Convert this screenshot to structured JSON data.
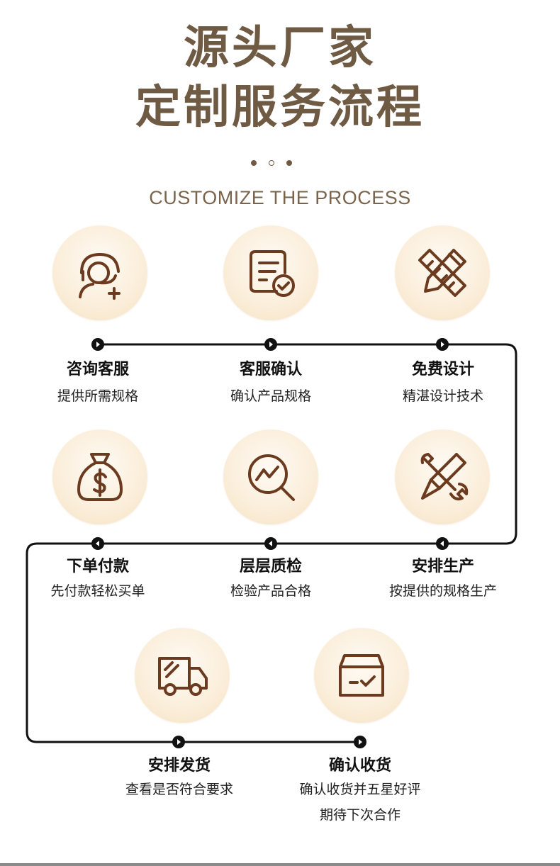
{
  "header": {
    "title_line1": "源头厂家",
    "title_line2": "定制服务流程",
    "subtitle": "CUSTOMIZE THE PROCESS"
  },
  "colors": {
    "title": "#6f5a43",
    "icon_stroke": "#6b3a1f",
    "circle_fill": "#fbefdc",
    "line": "#111111"
  },
  "steps": [
    {
      "title": "咨询客服",
      "desc": "提供所需规格",
      "icon": "customer-service-icon"
    },
    {
      "title": "客服确认",
      "desc": "确认产品规格",
      "icon": "document-check-icon"
    },
    {
      "title": "免费设计",
      "desc": "精湛设计技术",
      "icon": "pencil-ruler-icon"
    },
    {
      "title": "安排生产",
      "desc": "按提供的规格生产",
      "icon": "tools-icon"
    },
    {
      "title": "层层质检",
      "desc": "检验产品合格",
      "icon": "magnifier-chart-icon"
    },
    {
      "title": "下单付款",
      "desc": "先付款轻松买单",
      "icon": "money-bag-icon"
    },
    {
      "title": "安排发货",
      "desc": "查看是否符合要求",
      "icon": "delivery-truck-icon"
    },
    {
      "title": "确认收货",
      "desc": "确认收货并五星好评",
      "desc2": "期待下次合作",
      "icon": "package-box-icon"
    }
  ]
}
